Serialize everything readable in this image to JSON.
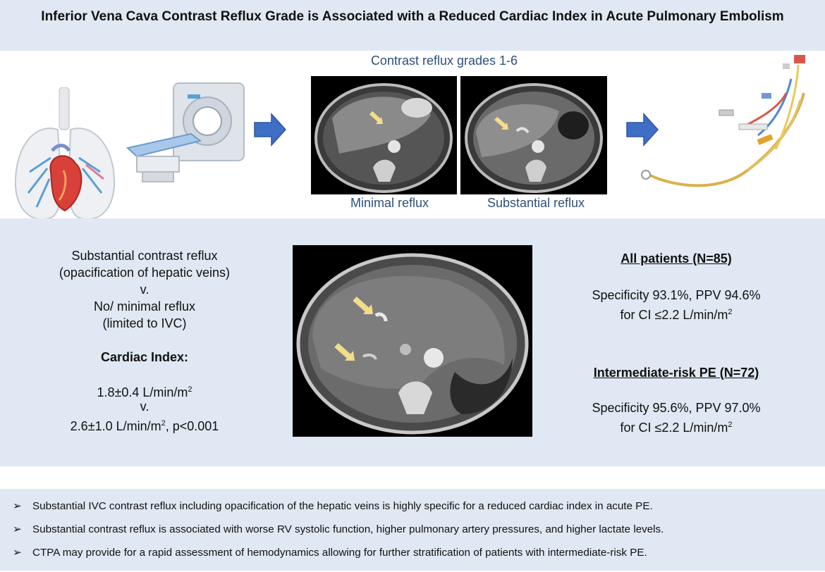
{
  "title": "Inferior Vena Cava Contrast Reflux Grade is Associated with a Reduced Cardiac Index in Acute Pulmonary Embolism",
  "workflow": {
    "grades_caption": "Contrast reflux grades 1-6",
    "minimal_caption": "Minimal reflux",
    "substantial_caption": "Substantial reflux"
  },
  "comparison": {
    "line1": "Substantial contrast reflux",
    "line2": "(opacification of hepatic veins)",
    "line3": "v.",
    "line4": "No/ minimal reflux",
    "line5": "(limited to IVC)",
    "ci_heading": "Cardiac Index:",
    "ci_value1": "1.8±0.4 L/min/m",
    "ci_sup": "2",
    "ci_v": "v.",
    "ci_value2a": "2.6±1.0 L/min/m",
    "ci_value2b": ", p<0.001"
  },
  "results": {
    "all_heading": "All patients (N=85)",
    "all_line1": "Specificity 93.1%, PPV 94.6%",
    "all_line2": "for CI ≤2.2 L/min/m",
    "int_heading": "Intermediate-risk PE (N=72)",
    "int_line1": "Specificity 95.6%, PPV 97.0%",
    "int_line2": "for CI ≤2.2 L/min/m",
    "sup": "2"
  },
  "bullets": [
    "Substantial IVC contrast reflux including opacification of the hepatic veins is highly specific for a reduced cardiac index in acute PE.",
    "Substantial contrast reflux is associated with worse RV systolic function, higher pulmonary artery pressures, and higher lactate levels.",
    "CTPA may provide for a rapid assessment of hemodynamics allowing for further stratification of patients with intermediate-risk PE."
  ],
  "bullet_mark": "➢",
  "colors": {
    "band": "#dfe8f3",
    "arrow": "#3f6fc4",
    "caption": "#2e4f7c",
    "highlight_arrow": "#f3dc8a"
  }
}
